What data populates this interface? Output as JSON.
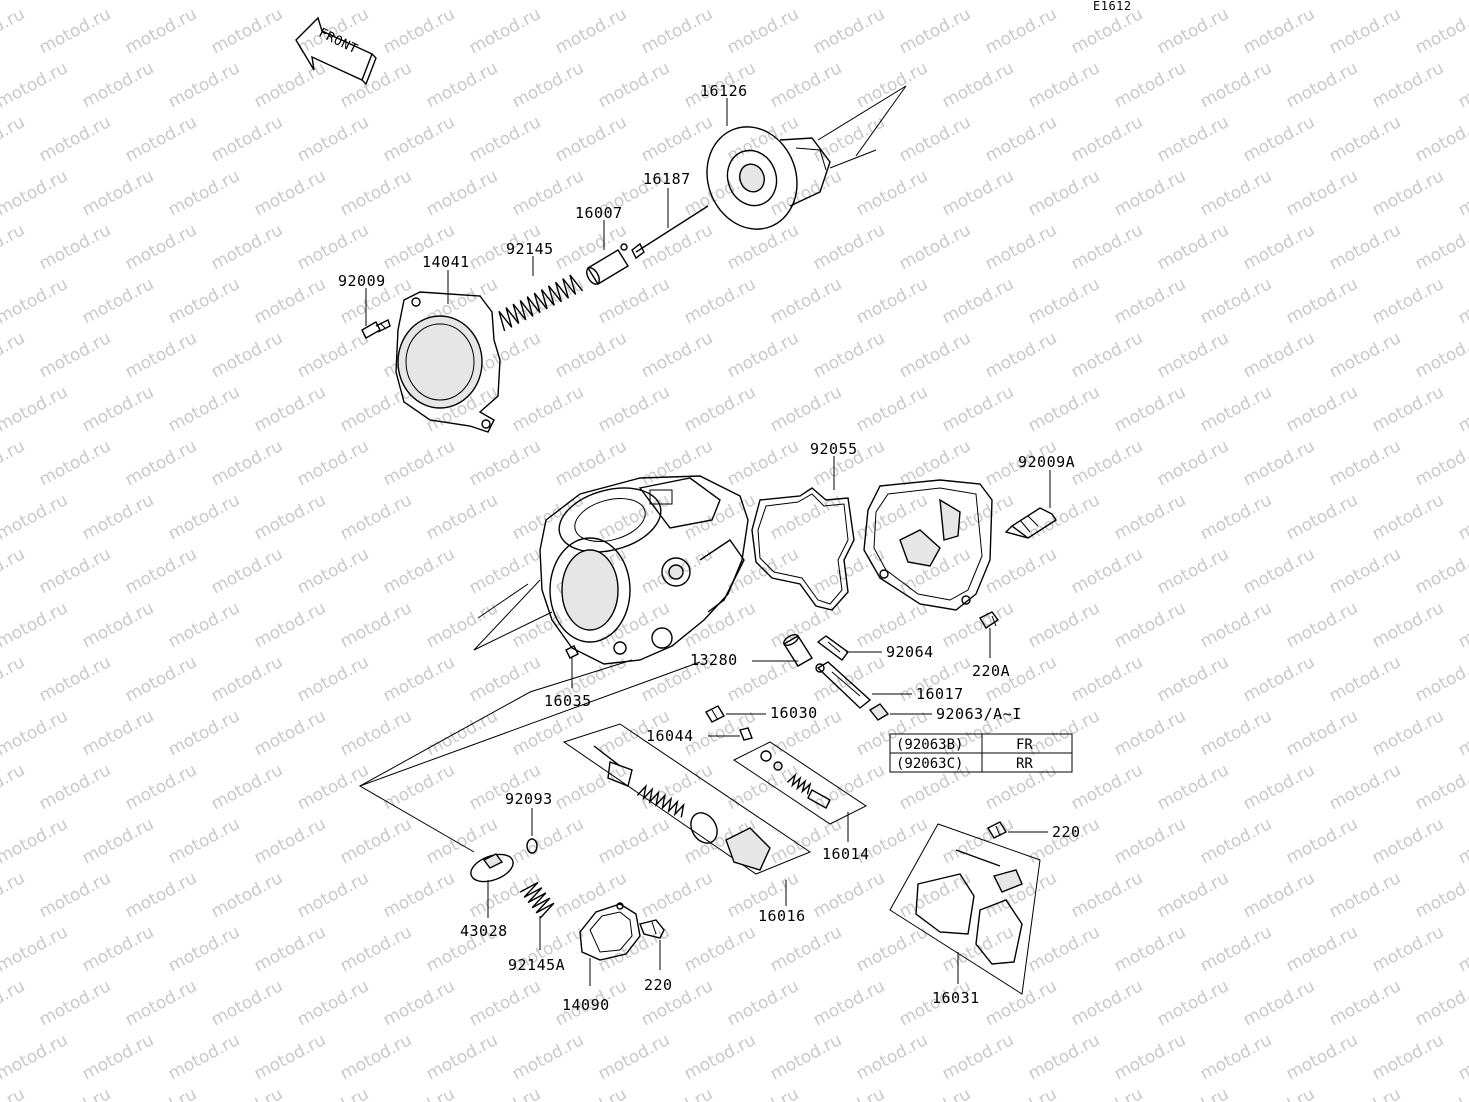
{
  "diagram": {
    "code": "E1612",
    "front_label": "FRONT",
    "watermark": "motod.ru",
    "parts": {
      "p16126": "16126",
      "p16187": "16187",
      "p16007": "16007",
      "p92145": "92145",
      "p14041": "14041",
      "p92009": "92009",
      "p92055": "92055",
      "p92009A": "92009A",
      "p92064": "92064",
      "p13280": "13280",
      "p220A": "220A",
      "p16017": "16017",
      "p16035": "16035",
      "p16030": "16030",
      "p92063": "92063/A~I",
      "p16044": "16044",
      "p92093": "92093",
      "p16014": "16014",
      "p220_top": "220",
      "p43028": "43028",
      "p16016": "16016",
      "p92145A": "92145A",
      "p220_bottom": "220",
      "p14090": "14090",
      "p16031": "16031"
    },
    "variant_table": [
      {
        "part": "(92063B)",
        "position": "FR"
      },
      {
        "part": "(92063C)",
        "position": "RR"
      }
    ]
  }
}
